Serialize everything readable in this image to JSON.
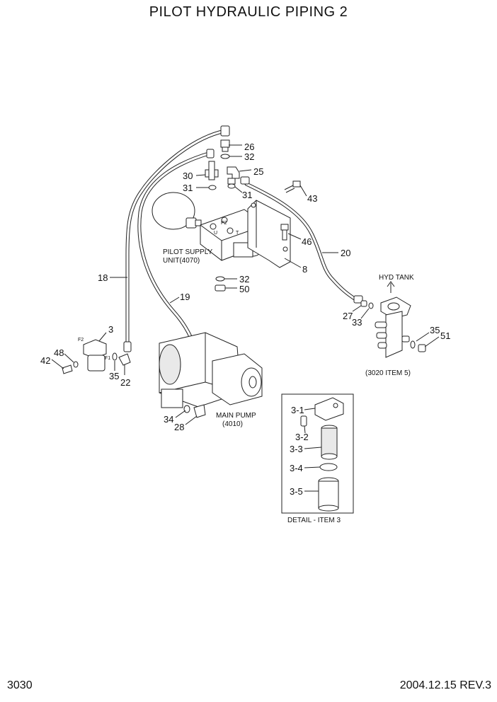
{
  "title": "PILOT HYDRAULIC PIPING 2",
  "page_number": "3030",
  "date_rev": "2004.12.15  REV.3",
  "callouts": {
    "c26": "26",
    "c32a": "32",
    "c25": "25",
    "c30": "30",
    "c31a": "31",
    "c31b": "31",
    "c43": "43",
    "c46": "46",
    "c20": "20",
    "c8": "8",
    "c32b": "32",
    "c50": "50",
    "c18": "18",
    "c19": "19",
    "c3": "3",
    "c48": "48",
    "c42": "42",
    "c35a": "35",
    "c22": "22",
    "c27": "27",
    "c33": "33",
    "c35b": "35",
    "c51": "51",
    "c34": "34",
    "c28": "28",
    "c3_1": "3-1",
    "c3_2": "3-2",
    "c3_3": "3-3",
    "c3_4": "3-4",
    "c3_5": "3-5"
  },
  "labels": {
    "pilot_supply_1": "PILOT SUPPLY",
    "pilot_supply_2": "UNIT(4070)",
    "main_pump_1": "MAIN PUMP",
    "main_pump_2": "(4010)",
    "hyd_tank": "HYD TANK",
    "item5": "(3020 ITEM 5)",
    "detail": "DETAIL - ITEM 3",
    "port_f2": "F2",
    "port_f1": "F1",
    "port_p2": "P2",
    "port_u": "U",
    "port_t": "T"
  }
}
